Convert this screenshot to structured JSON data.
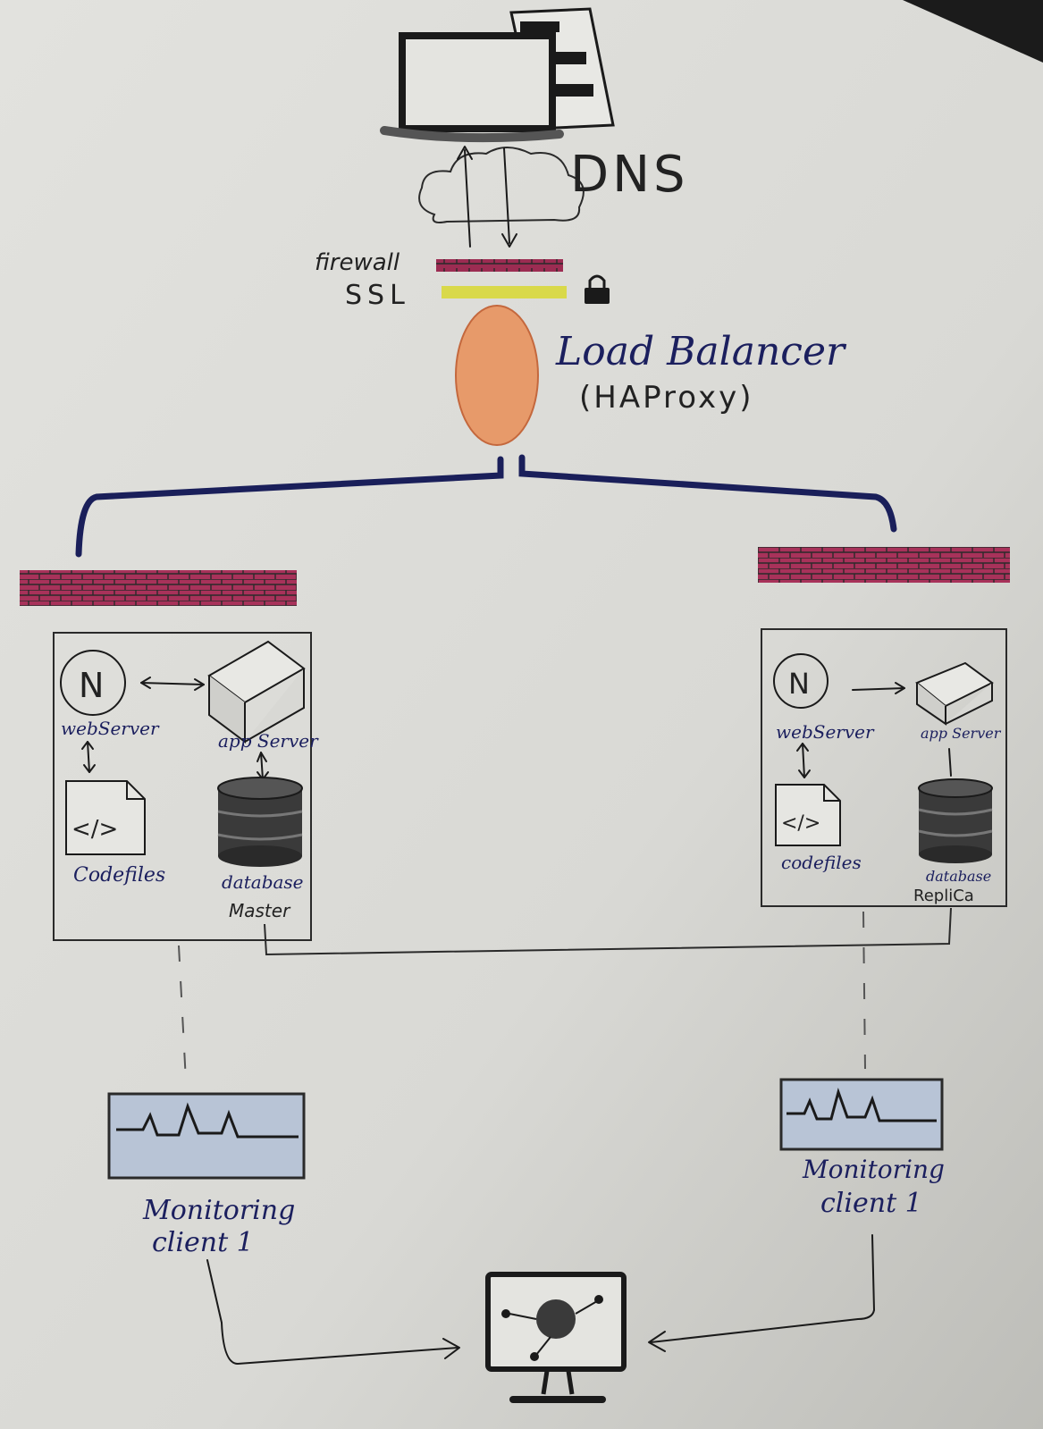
{
  "diagram": {
    "dns_label": "DNS",
    "firewall_label": "firewall",
    "ssl_label": "SSL",
    "load_balancer_label": "Load Balancer",
    "load_balancer_sub": "(HAProxy)",
    "left_server": {
      "node_glyph": "N",
      "web_server_label": "webServer",
      "app_server_label": "app Server",
      "code_files_label": "Codefiles",
      "database_label": "database",
      "database_role": "Master"
    },
    "right_server": {
      "node_glyph": "N",
      "web_server_label": "webServer",
      "app_server_label": "app Server",
      "code_files_label": "codefiles",
      "database_label": "database",
      "database_role": "RepliCa"
    },
    "left_monitor": {
      "line1": "Monitoring",
      "line2": "client 1"
    },
    "right_monitor": {
      "line1": "Monitoring",
      "line2": "client 1"
    },
    "code_icon_glyph": "</>"
  },
  "colors": {
    "paper": "#dcdcd8",
    "ink": "#1a1a1a",
    "navy": "#1a1f5a",
    "firewall": "#a8325a",
    "ssl": "#d8d83a",
    "load_balancer": "#e79a6a",
    "monitor_screen": "#b8c4d6",
    "database": "#3a3a3a"
  },
  "icons": [
    "computer-screen-icon",
    "cloud-icon",
    "lock-icon",
    "nginx-icon",
    "app-server-box-icon",
    "code-file-icon",
    "database-icon",
    "heartbeat-monitor-icon",
    "monitoring-computer-icon"
  ]
}
